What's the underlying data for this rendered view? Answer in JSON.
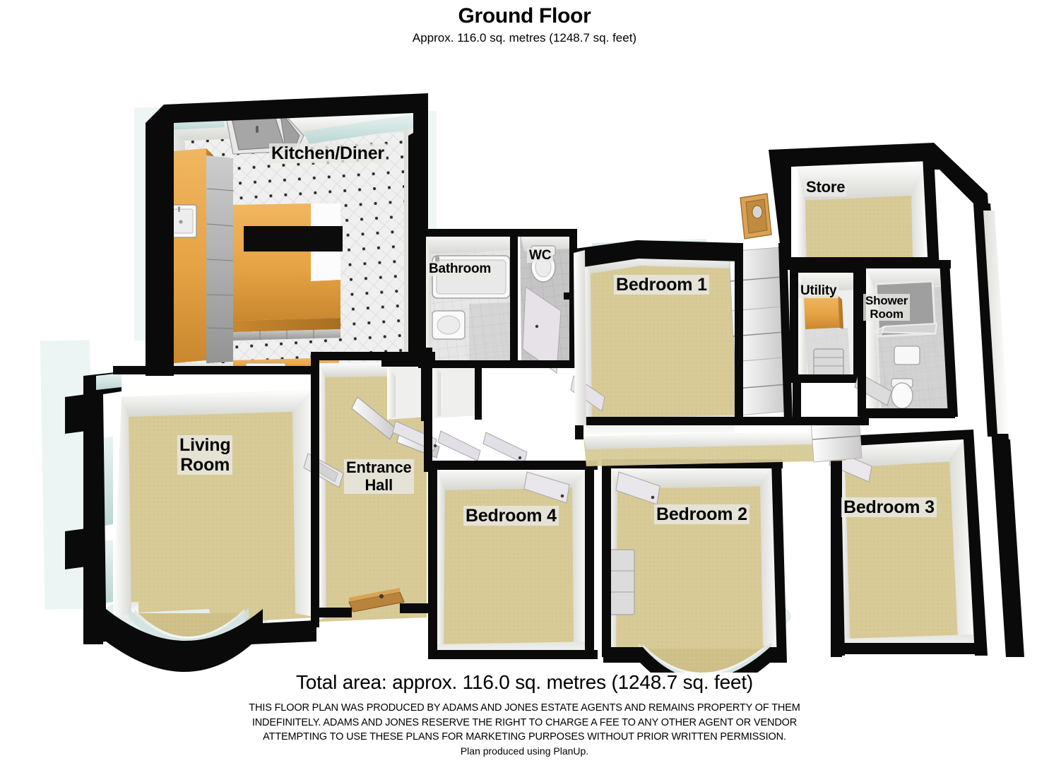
{
  "header": {
    "title": "Ground Floor",
    "subtitle": "Approx. 116.0 sq. metres (1248.7 sq. feet)"
  },
  "footer": {
    "total_area": "Total area: approx. 116.0 sq. metres (1248.7 sq. feet)",
    "disclaimer_line1": "THIS FLOOR PLAN WAS PRODUCED BY ADAMS AND JONES ESTATE AGENTS AND REMAINS PROPERTY OF THEM",
    "disclaimer_line2": "INDEFINITELY. ADAMS AND JONES RESERVE THE RIGHT TO CHARGE A FEE TO ANY OTHER AGENT OR VENDOR",
    "disclaimer_line3": "ATTEMPTING TO USE THESE PLANS FOR MARKETING PURPOSES WITHOUT PRIOR WRITTEN PERMISSION.",
    "producer": "Plan produced using PlanUp."
  },
  "rooms": [
    {
      "id": "kitchen-diner",
      "label": "Kitchen/Diner",
      "floor": "tile-dot",
      "size": "big"
    },
    {
      "id": "living-room",
      "label": "Living\nRoom",
      "floor": "carpet",
      "size": "big"
    },
    {
      "id": "entrance-hall",
      "label": "Entrance\nHall",
      "floor": "carpet",
      "size": "med"
    },
    {
      "id": "bathroom",
      "label": "Bathroom",
      "floor": "tile",
      "size": "sm"
    },
    {
      "id": "wc",
      "label": "WC",
      "floor": "tile",
      "size": "sm"
    },
    {
      "id": "bedroom-1",
      "label": "Bedroom 1",
      "floor": "carpet",
      "size": "big"
    },
    {
      "id": "bedroom-2",
      "label": "Bedroom 2",
      "floor": "carpet",
      "size": "big"
    },
    {
      "id": "bedroom-3",
      "label": "Bedroom 3",
      "floor": "carpet",
      "size": "big"
    },
    {
      "id": "bedroom-4",
      "label": "Bedroom 4",
      "floor": "carpet",
      "size": "big"
    },
    {
      "id": "store",
      "label": "Store",
      "floor": "carpet",
      "size": "med"
    },
    {
      "id": "utility",
      "label": "Utility",
      "floor": "tile",
      "size": "sm"
    },
    {
      "id": "shower-room",
      "label": "Shower\nRoom",
      "floor": "tile",
      "size": "xs"
    }
  ],
  "labels": {
    "kitchen_diner": "Kitchen/Diner",
    "living_room_l1": "Living",
    "living_room_l2": "Room",
    "entrance_hall_l1": "Entrance",
    "entrance_hall_l2": "Hall",
    "bathroom": "Bathroom",
    "wc": "WC",
    "bedroom_1": "Bedroom 1",
    "bedroom_2": "Bedroom 2",
    "bedroom_3": "Bedroom 3",
    "bedroom_4": "Bedroom 4",
    "store": "Store",
    "utility": "Utility",
    "shower_room_l1": "Shower",
    "shower_room_l2": "Room"
  },
  "colors": {
    "wall_outline": "#0a0a0a",
    "wall_face": "#f4f4f2",
    "wall_side": "#d2d2ce",
    "carpet": "#d6c995",
    "carpet_dark": "#c3b582",
    "tile_floor": "#efefef",
    "tile_grey": "#b9b9b9",
    "worktop_wood": "#e9a84f",
    "worktop_wood_dark": "#c98a36",
    "cabinet_grey": "#a8a8a8",
    "cabinet_light": "#cfcfcf",
    "glass_teal": "#cfe4e2",
    "door_wood": "#c9913f",
    "black_unit": "#0d0d0d",
    "label_bg": "#e9e9e5",
    "background": "#ffffff"
  }
}
